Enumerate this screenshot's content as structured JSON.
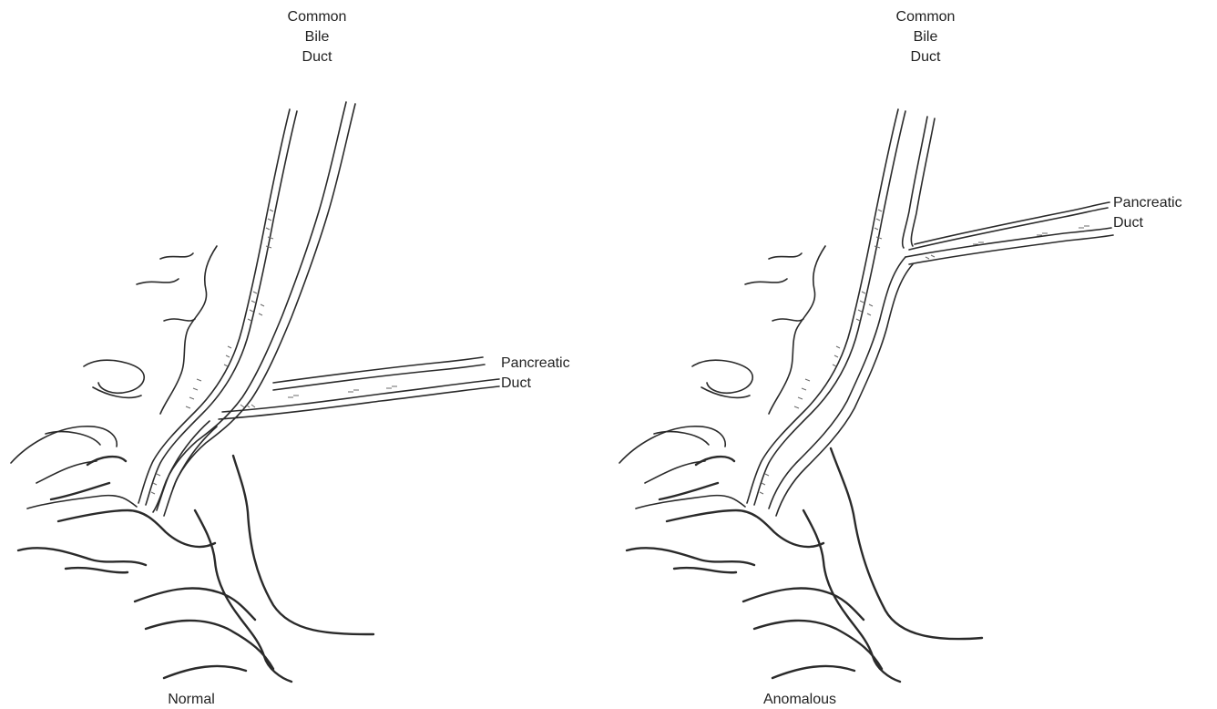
{
  "panels": {
    "normal": {
      "cbd_label": "Common\nBile\nDuct",
      "pd_label": "Pancreatic\nDuct",
      "caption": "Normal"
    },
    "anomalous": {
      "cbd_label": "Common\nBile\nDuct",
      "pd_label": "Pancreatic\nDuct",
      "caption": "Anomalous"
    }
  }
}
